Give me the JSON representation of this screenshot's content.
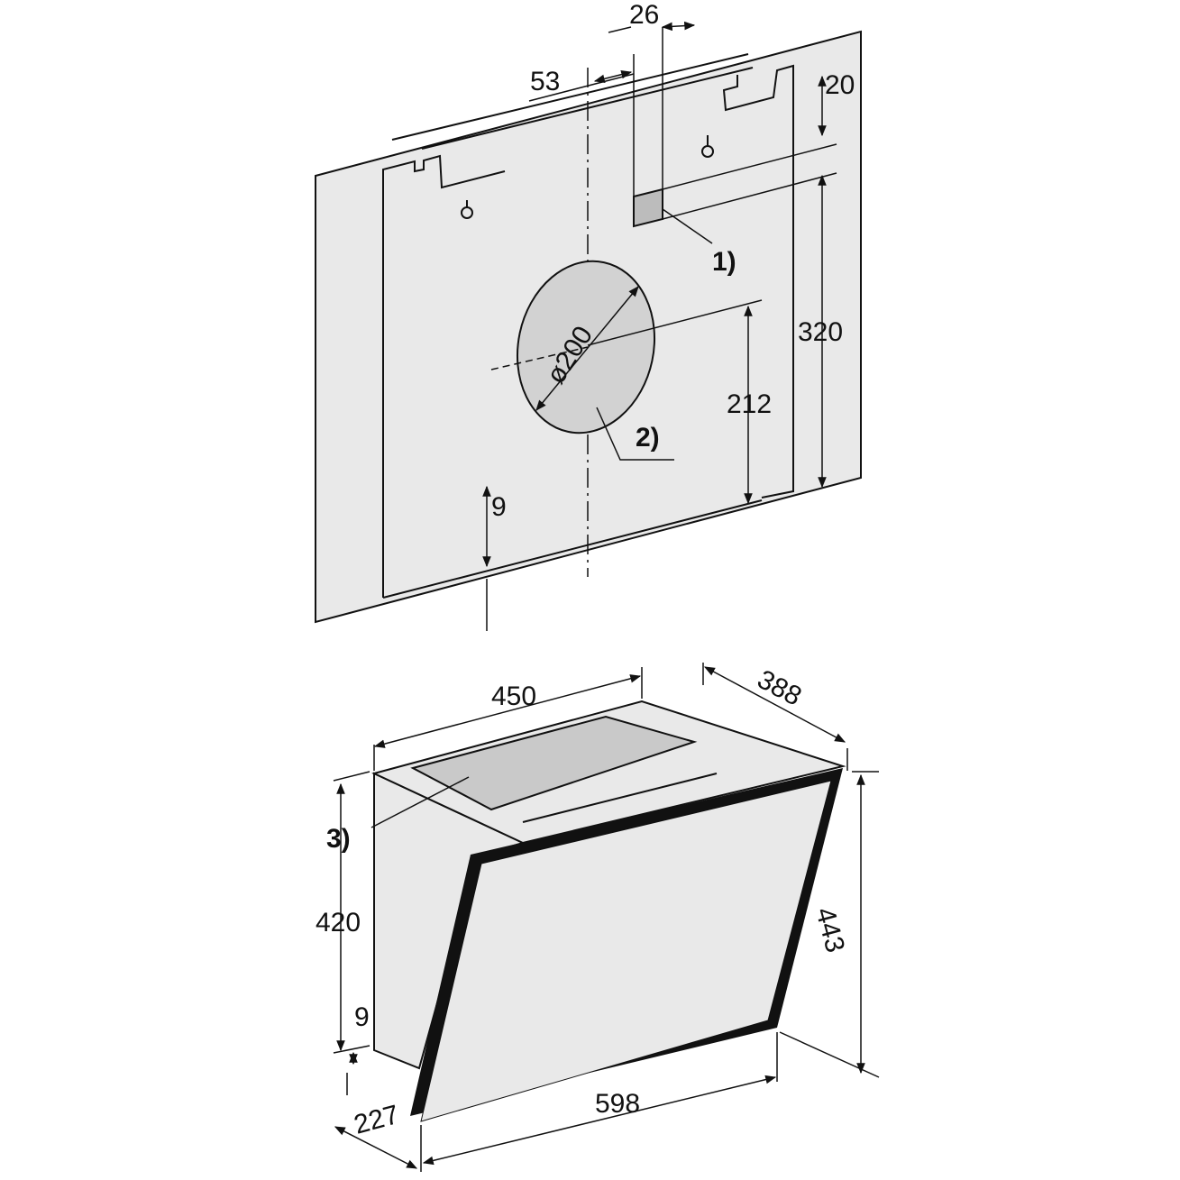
{
  "title": "Installation dimension drawing",
  "colors": {
    "panel": "#e9e9e9",
    "cutout": "#d2d2d2",
    "hood_plate": "#c9c9c9",
    "line": "#111111"
  },
  "wall_template": {
    "dims": {
      "d26": "26",
      "d53": "53",
      "d20": "20",
      "d320": "320",
      "d200": "ø200",
      "d212": "212",
      "d9": "9"
    },
    "callouts": {
      "c1": "1)",
      "c2": "2)"
    }
  },
  "hood": {
    "dims": {
      "d450": "450",
      "d388": "388",
      "d420": "420",
      "d9": "9",
      "d443": "443",
      "d598": "598",
      "d227": "227"
    },
    "callouts": {
      "c3": "3)"
    }
  }
}
